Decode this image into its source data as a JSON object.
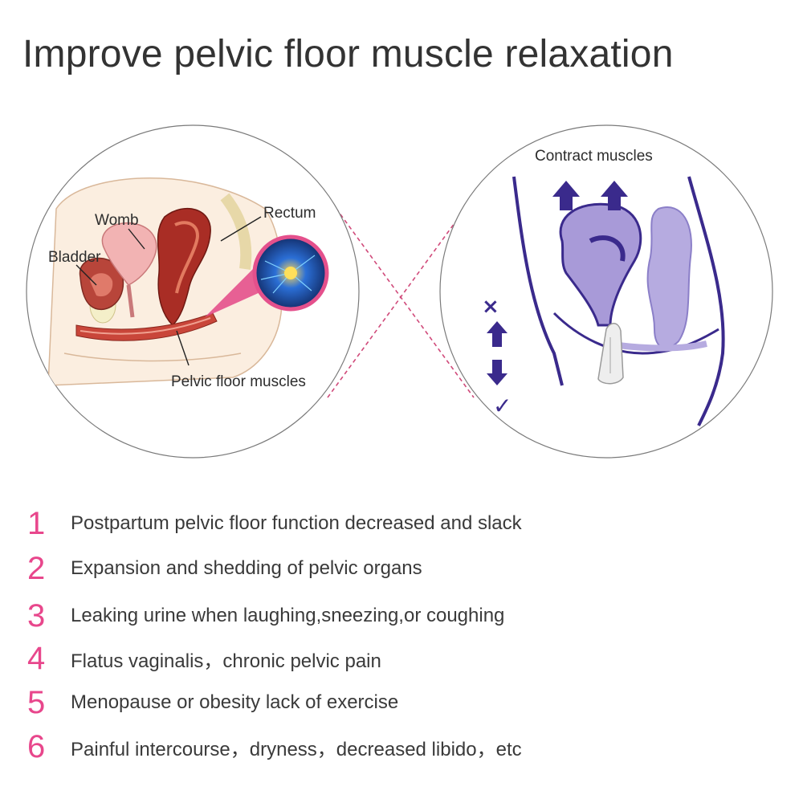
{
  "title": "Improve pelvic floor muscle relaxation",
  "left_figure": {
    "labels": {
      "womb": "Womb",
      "rectum": "Rectum",
      "bladder": "Bladder",
      "pelvic_floor": "Pelvic floor muscles"
    }
  },
  "right_figure": {
    "label": "Contract muscles",
    "marks": {
      "cross": "×",
      "check": "✓"
    }
  },
  "list": [
    {
      "num": "1",
      "text": "Postpartum pelvic floor function decreased and slack"
    },
    {
      "num": "2",
      "text": "Expansion and shedding of pelvic organs"
    },
    {
      "num": "3",
      "text": "Leaking urine when laughing,sneezing,or coughing"
    },
    {
      "num": "4",
      "text": "Flatus vaginalis，chronic pelvic pain"
    },
    {
      "num": "5",
      "text": "Menopause or obesity lack of exercise"
    },
    {
      "num": "6",
      "text": "Painful intercourse，dryness，decreased libido，etc"
    }
  ],
  "colors": {
    "accent": "#e8478c",
    "text": "#333333",
    "indigo": "#3a2a8c",
    "lavender": "#a89ad8",
    "dashed_line": "#d04a7a",
    "muscle": "#c9463a"
  }
}
